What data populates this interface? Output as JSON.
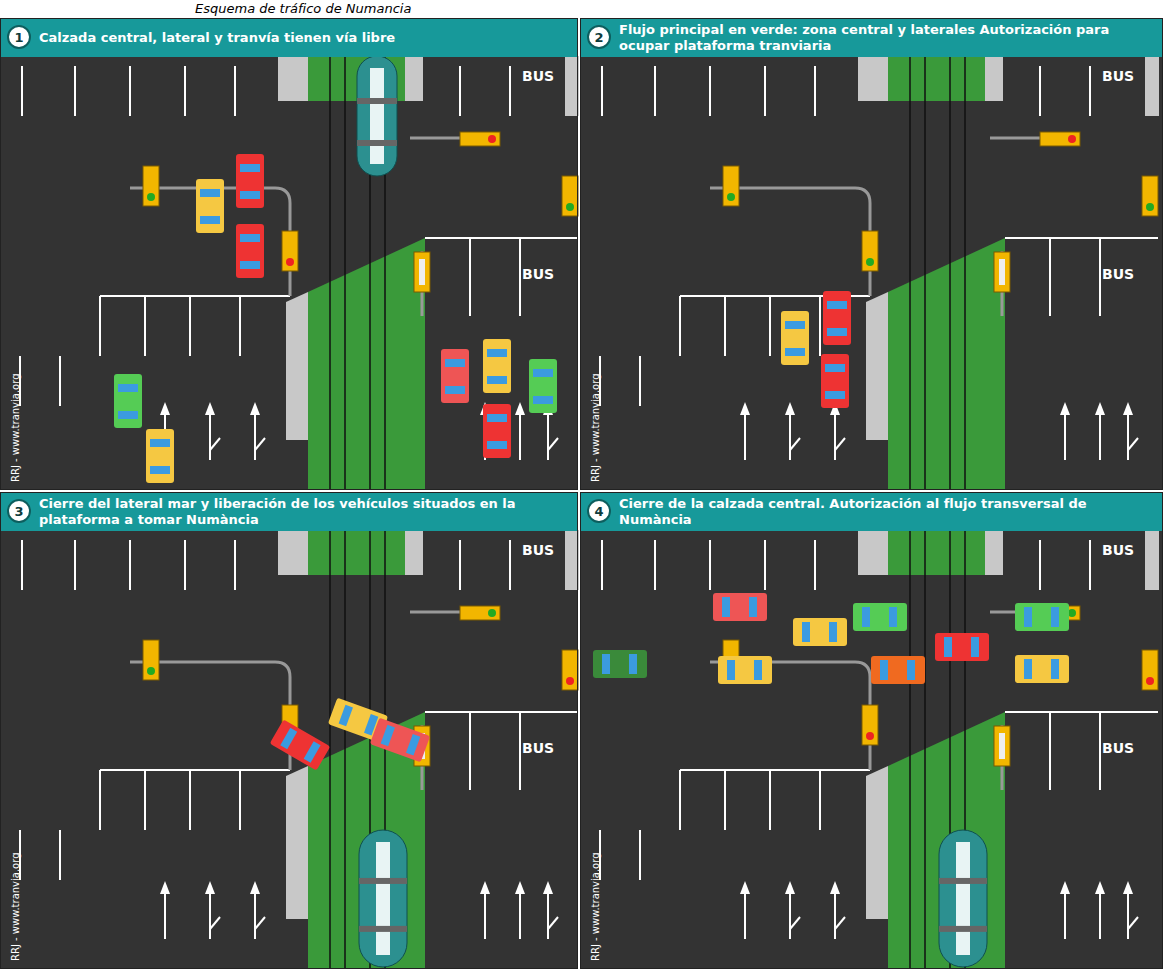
{
  "diagram": {
    "title": "Esquema de tráfico de Numancia",
    "nodes": [
      {
        "text": [
          "Calzada central, lateral y tranvía tienen vía libre"
        ]
      },
      {
        "text": [
          "1"
        ],
        "in": 0
      },
      {
        "text": [
          "Flujo principal en verde: zona central y laterales Autorización para ocupar plataforma tranviaria"
        ]
      },
      {
        "text": [
          "2"
        ],
        "in": 2
      },
      {
        "text": [
          "Cierre del lateral mar y liberación de los vehículos situados en la plataforma a tomar Numància"
        ]
      },
      {
        "text": [
          "3"
        ],
        "in": 4
      },
      {
        "text": [
          "Cierre de la calzada central. Autorización al flujo transversal de Numància"
        ]
      },
      {
        "text": [
          "4"
        ],
        "in": 6
      }
    ],
    "labels": [
      "BUS",
      "BUS",
      "RRJ - www.tranvia.org",
      "BUS",
      "BUS",
      "RRJ - www.tranvia.org",
      "BUS",
      "BUS",
      "RRJ - www.tranvia.org",
      "BUS",
      "BUS",
      "RRJ - www.tranvia.org"
    ]
  }
}
